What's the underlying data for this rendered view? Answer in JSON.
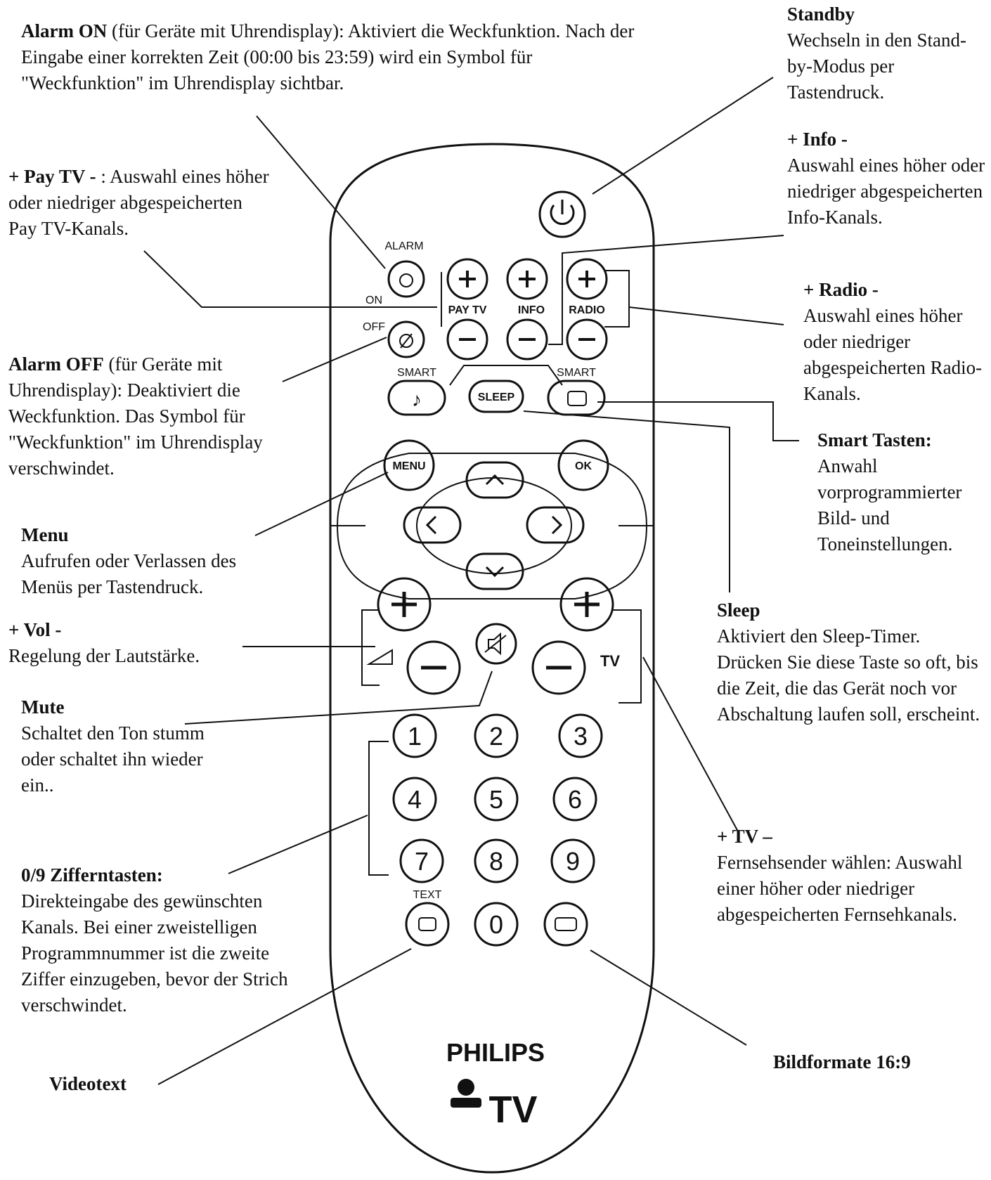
{
  "annotations": {
    "alarm_on": {
      "title": "Alarm ON",
      "text": "(für Geräte mit Uhrendisplay): Aktiviert die Weckfunktion. Nach der Eingabe einer korrekten Zeit (00:00 bis 23:59) wird ein Symbol für \"Weckfunktion\" im Uhrendisplay sichtbar."
    },
    "standby": {
      "title": "Standby",
      "text": "Wechseln in den Stand-by-Modus per Tastendruck."
    },
    "pay_tv": {
      "title": "+ Pay TV -",
      "text": ": Auswahl eines höher oder niedriger abgespeicherten Pay TV-Kanals."
    },
    "info": {
      "title": "+ Info -",
      "text": "Auswahl eines höher oder niedriger abgespeicherten Info-Kanals."
    },
    "radio": {
      "title": "+ Radio -",
      "text": "Auswahl eines höher oder niedriger abgespeicherten Radio- Kanals."
    },
    "alarm_off": {
      "title": "Alarm OFF",
      "text": "(für Geräte mit Uhrendisplay): Deaktiviert die Weckfunktion. Das Symbol für \"Weckfunktion\" im Uhrendisplay verschwindet."
    },
    "smart": {
      "title": "Smart Tasten:",
      "text": "Anwahl vorprogrammierter Bild- und Toneinstellungen."
    },
    "menu": {
      "title": "Menu",
      "text": "Aufrufen oder Verlassen des Menüs per Tastendruck."
    },
    "vol": {
      "title": "+ Vol -",
      "text": "Regelung der Lautstärke."
    },
    "sleep": {
      "title": "Sleep",
      "text": "Aktiviert den Sleep-Timer. Drücken Sie diese Taste so oft, bis die Zeit, die das Gerät noch vor Abschaltung laufen soll, erscheint."
    },
    "mute": {
      "title": "Mute",
      "text": "Schaltet den Ton stumm oder schaltet ihn wieder ein.."
    },
    "digits": {
      "title": "0/9 Zifferntasten:",
      "text": "Direkteingabe des gewünschten Kanals. Bei einer zweistelligen Programmnummer ist die zweite Ziffer einzugeben, bevor der Strich verschwindet."
    },
    "tv": {
      "title": "+ TV –",
      "text": "Fernsehsender wählen: Auswahl einer höher oder niedriger abgespeicherten Fernsehkanals."
    },
    "videotext": {
      "title": "Videotext"
    },
    "bildformate": {
      "title": "Bildformate 16:9"
    }
  },
  "remote": {
    "labels": {
      "alarm": "ALARM",
      "on": "ON",
      "off": "OFF",
      "pay_tv": "PAY TV",
      "info": "INFO",
      "radio": "RADIO",
      "smart_left": "SMART",
      "smart_right": "SMART",
      "sleep": "SLEEP",
      "menu": "MENU",
      "ok": "OK",
      "tv": "TV",
      "text": "TEXT"
    },
    "digits": [
      "1",
      "2",
      "3",
      "4",
      "5",
      "6",
      "7",
      "8",
      "9",
      "0"
    ],
    "brand": "PHILIPS",
    "brand_tv": "TV"
  }
}
